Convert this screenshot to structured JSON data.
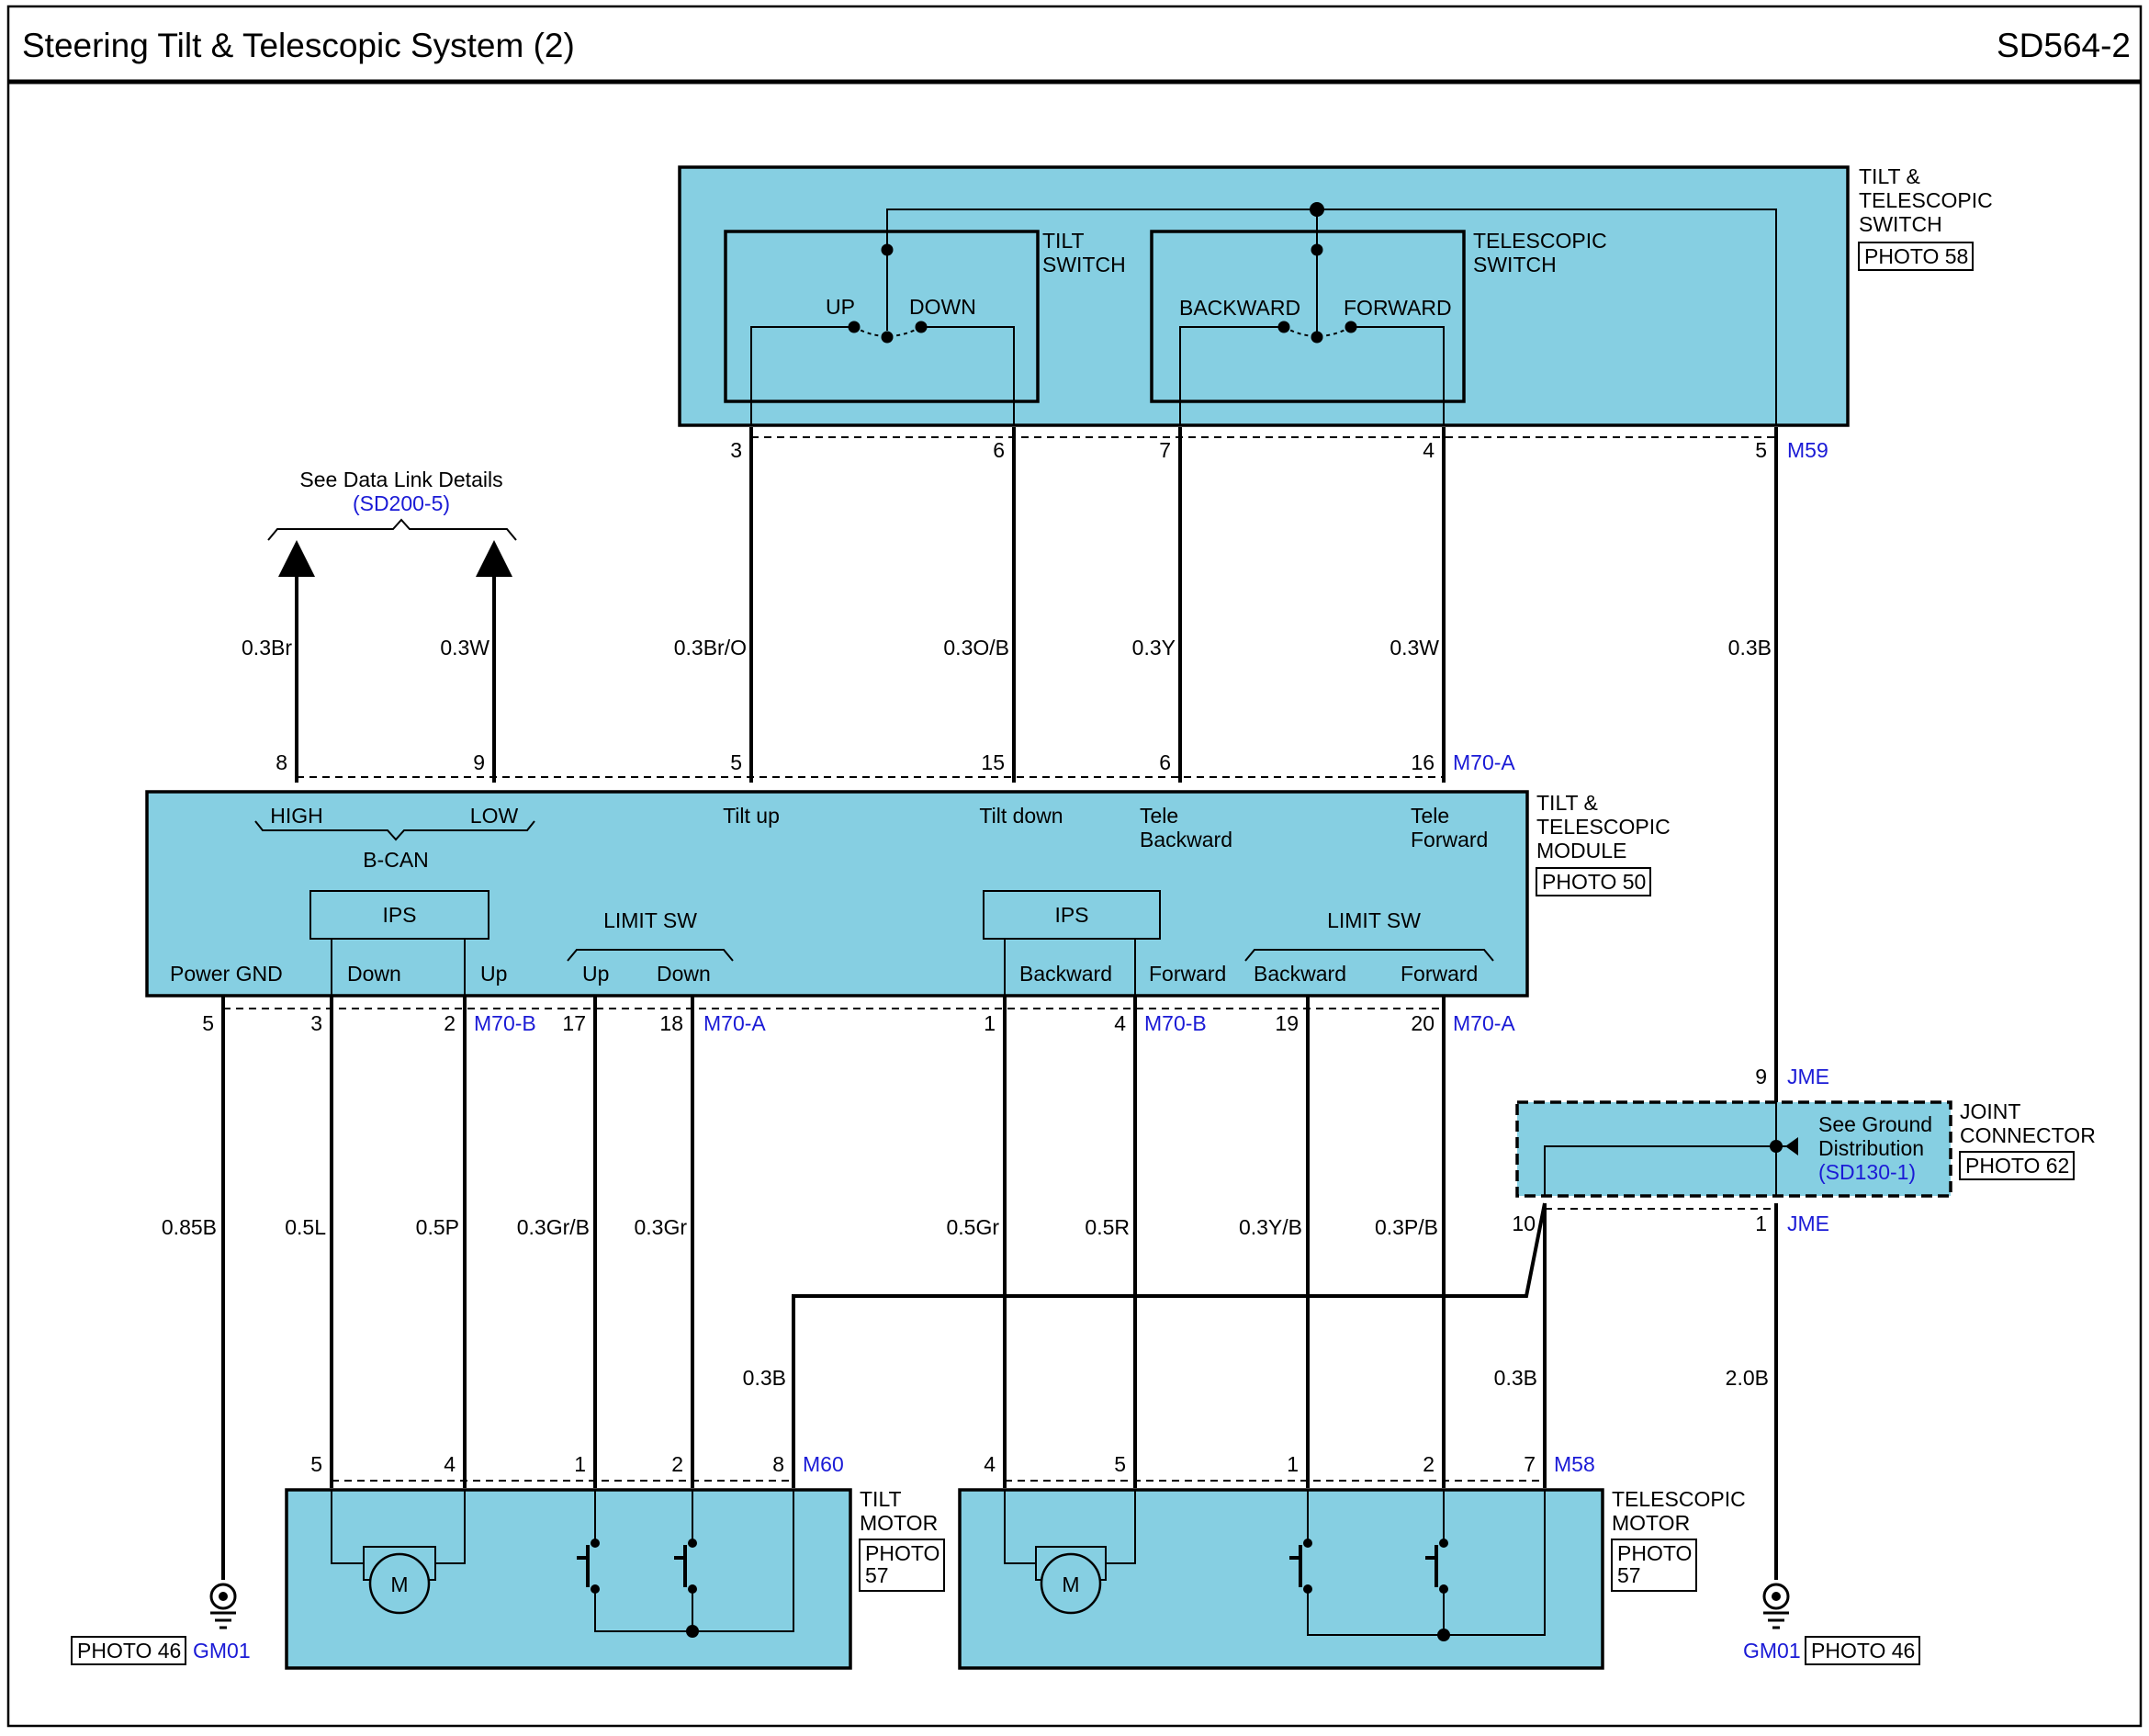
{
  "header": {
    "title": "Steering Tilt & Telescopic System (2)",
    "code": "SD564-2"
  },
  "colors": {
    "component_fill": "#86cfe2",
    "connector_text": "#1a1ad6",
    "wire": "#000000"
  },
  "switch_assy": {
    "name_l1": "TILT &",
    "name_l2": "TELESCOPIC",
    "name_l3": "SWITCH",
    "photo": "PHOTO 58",
    "tilt_switch_l1": "TILT",
    "tilt_switch_l2": "SWITCH",
    "up": "UP",
    "down": "DOWN",
    "tele_switch_l1": "TELESCOPIC",
    "tele_switch_l2": "SWITCH",
    "backward": "BACKWARD",
    "forward": "FORWARD",
    "connector": "M59",
    "pins": [
      "3",
      "6",
      "7",
      "4",
      "5"
    ]
  },
  "data_link": {
    "note": "See Data Link Details",
    "ref": "(SD200-5)"
  },
  "wires_upper": [
    "0.3Br",
    "0.3W",
    "0.3Br/O",
    "0.3O/B",
    "0.3Y",
    "0.3W",
    "0.3B"
  ],
  "module": {
    "name_l1": "TILT &",
    "name_l2": "TELESCOPIC",
    "name_l3": "MODULE",
    "photo": "PHOTO 50",
    "top_connector": "M70-A",
    "top_pins": [
      "8",
      "9",
      "5",
      "15",
      "6",
      "16"
    ],
    "high": "HIGH",
    "low": "LOW",
    "bcan": "B-CAN",
    "tilt_up": "Tilt up",
    "tilt_down": "Tilt down",
    "tele_backward_l1": "Tele",
    "tele_backward_l2": "Backward",
    "tele_forward_l1": "Tele",
    "tele_forward_l2": "Forward",
    "ips": "IPS",
    "limit_sw": "LIMIT SW",
    "power_gnd": "Power GND",
    "down": "Down",
    "up": "Up",
    "up2": "Up",
    "down2": "Down",
    "backward": "Backward",
    "forward": "Forward",
    "backward2": "Backward",
    "forward2": "Forward",
    "bottom_pins": [
      "5",
      "3",
      "2",
      "17",
      "18",
      "1",
      "4",
      "19",
      "20"
    ],
    "bottom_connectors": [
      "M70-B",
      "M70-A",
      "M70-B",
      "M70-A"
    ]
  },
  "joint_connector": {
    "name_l1": "JOINT",
    "name_l2": "CONNECTOR",
    "photo": "PHOTO 62",
    "connector": "JME",
    "pin_top": "9",
    "pin_left": "10",
    "pin_bottom": "1",
    "note_l1": "See Ground",
    "note_l2": "Distribution",
    "note_ref": "(SD130-1)"
  },
  "wires_lower": [
    "0.85B",
    "0.5L",
    "0.5P",
    "0.3Gr/B",
    "0.3Gr",
    "0.5Gr",
    "0.5R",
    "0.3Y/B",
    "0.3P/B"
  ],
  "wires_motor_ground": [
    "0.3B",
    "0.3B",
    "2.0B"
  ],
  "tilt_motor": {
    "name_l1": "TILT",
    "name_l2": "MOTOR",
    "photo_l1": "PHOTO",
    "photo_l2": "57",
    "connector": "M60",
    "pins": [
      "5",
      "4",
      "1",
      "2",
      "8"
    ],
    "motor": "M"
  },
  "tele_motor": {
    "name_l1": "TELESCOPIC",
    "name_l2": "MOTOR",
    "photo_l1": "PHOTO",
    "photo_l2": "57",
    "connector": "M58",
    "pins": [
      "4",
      "5",
      "1",
      "2",
      "7"
    ],
    "motor": "M"
  },
  "grounds": [
    {
      "photo": "PHOTO 46",
      "id": "GM01"
    },
    {
      "photo": "PHOTO 46",
      "id": "GM01"
    }
  ]
}
